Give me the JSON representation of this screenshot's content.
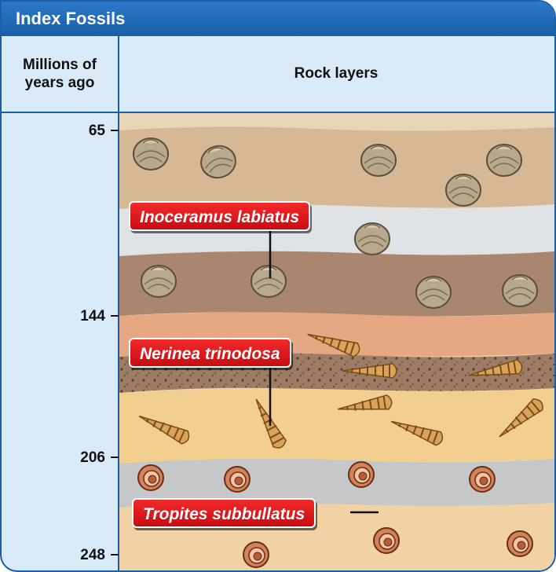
{
  "title": "Index Fossils",
  "header": {
    "time_col": "Millions of years ago",
    "layers_col": "Rock layers"
  },
  "axis": {
    "ticks": [
      {
        "label": "65"
      },
      {
        "label": "144"
      },
      {
        "label": "206"
      },
      {
        "label": "248"
      }
    ]
  },
  "fossils": [
    {
      "name": "Inoceramus labiatus",
      "icon": "clam-shell-icon"
    },
    {
      "name": "Nerinea trinodosa",
      "icon": "spiral-snail-icon"
    },
    {
      "name": "Tropites subbullatus",
      "icon": "ammonite-icon"
    }
  ],
  "colors": {
    "frame": "#1a5fa8",
    "panel": "#d9ebf8",
    "label": "#e0181e"
  }
}
